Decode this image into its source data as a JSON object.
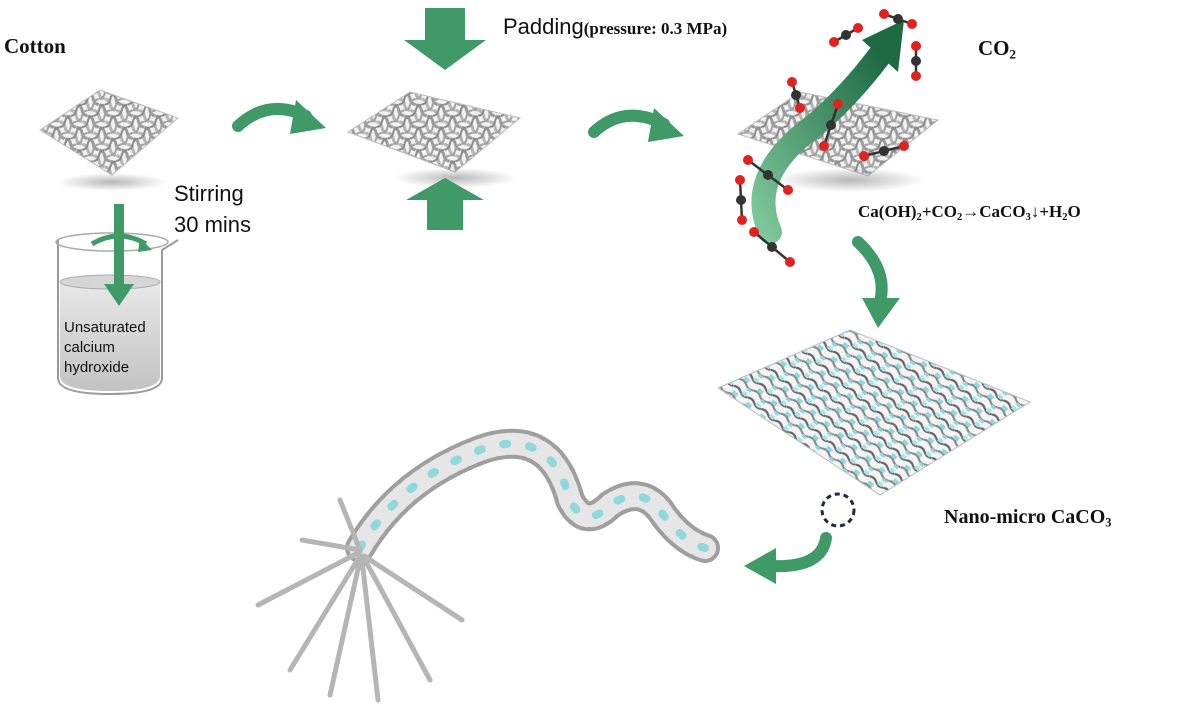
{
  "labels": {
    "cotton": "Cotton",
    "padding": "Padding",
    "pressure": "(pressure: 0.3 MPa)",
    "stirring_line1": "Stirring",
    "stirring_line2": "30 mins",
    "beaker_line1": "Unsaturated",
    "beaker_line2": "calcium",
    "beaker_line3": "hydroxide",
    "co2_main": "CO",
    "co2_sub": "2",
    "eq_part1": "Ca(OH)",
    "eq_sub1": "2",
    "eq_part2": "+CO",
    "eq_sub2": "2",
    "eq_part3": "→CaCO",
    "eq_sub3": "3",
    "eq_part4": "↓+H",
    "eq_sub4": "2",
    "eq_part5": "O",
    "nano_main": "Nano-micro CaCO",
    "nano_sub": "3"
  },
  "colors": {
    "arrow_green": "#3f9a68",
    "arrow_dark": "#2a6e48",
    "fabric": "#c9c9c9",
    "caco3_cyan": "#8fd8dc",
    "oxygen": "#e0231e",
    "carbon": "#333333"
  },
  "icons": {
    "fabric": "woven-cotton-fabric",
    "beaker": "glass-beaker",
    "molecule": "co2-molecule",
    "yarn": "twisted-yarn"
  }
}
